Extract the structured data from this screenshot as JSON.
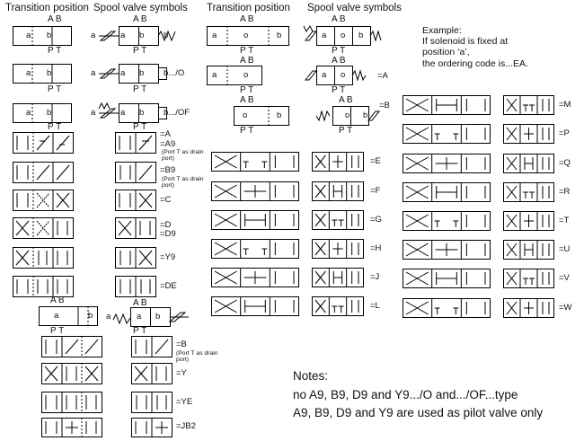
{
  "headers": {
    "transition": "Transition position",
    "spool": "Spool valve symbols"
  },
  "ports": {
    "ab": "A B",
    "pt": "P T"
  },
  "positions": {
    "a": "a",
    "b": "b",
    "o": "o"
  },
  "example": {
    "title": "Example:",
    "line1": "If solenoid is fixed at",
    "line2": "position ‘a’,",
    "line3": "the ordering code is...EA."
  },
  "left_codes": {
    "b_o": "b.../O",
    "b_of": "b.../OF",
    "a": "=A",
    "a9": "=A9",
    "a9_note": "(Port T as drain port)",
    "b9": "=B9",
    "b9_note": "(Port T as drain port)",
    "c": "=C",
    "d": "=D",
    "d9": "=D9",
    "y9": "=Y9",
    "de": "=DE",
    "b": "=B",
    "b_note": "(Port T as drain port)",
    "y": "=Y",
    "ye": "=YE",
    "jb2": "=JB2"
  },
  "middle_codes": {
    "a_single": "=A",
    "b_single": "=B",
    "e": "=E",
    "f": "=F",
    "g": "=G",
    "h": "=H",
    "j": "=J",
    "l": "=L"
  },
  "right_codes": {
    "m": "=M",
    "p": "=P",
    "q": "=Q",
    "r": "=R",
    "t": "=T",
    "u": "=U",
    "v": "=V",
    "w": "=W"
  },
  "notes": {
    "title": "Notes:",
    "line1": "no A9, B9, D9 and Y9.../O and.../OF...type",
    "line2": "A9, B9, D9 and Y9 are used as pilot valve only"
  }
}
